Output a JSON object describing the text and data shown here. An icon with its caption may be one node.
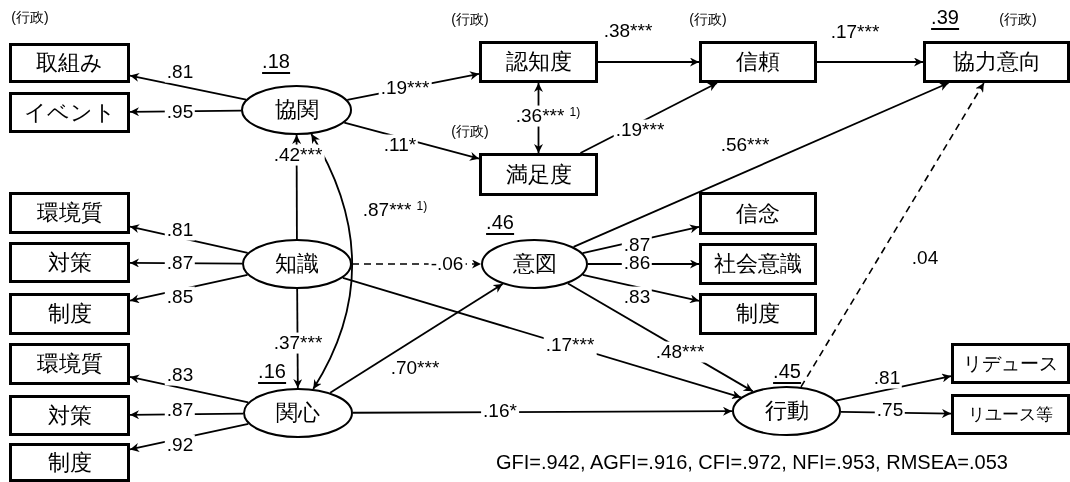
{
  "diagram": {
    "nodes": [
      {
        "text": [
          "取組み"
        ]
      },
      {
        "text": [
          "イベント"
        ]
      },
      {
        "text": [
          "協関"
        ],
        "beside": [
          ".18"
        ]
      },
      {
        "text": [
          "環境質"
        ]
      },
      {
        "text": [
          "対策"
        ]
      },
      {
        "text": [
          "制度"
        ]
      },
      {
        "text": [
          "環境質"
        ]
      },
      {
        "text": [
          "対策"
        ]
      },
      {
        "text": [
          "制度"
        ]
      },
      {
        "text": [
          "知識"
        ]
      },
      {
        "text": [
          "関心"
        ],
        "beside": [
          ".16"
        ]
      },
      {
        "text": [
          "認知度"
        ],
        "beside": [
          "(行政)"
        ]
      },
      {
        "text": [
          "満足度"
        ],
        "beside": [
          "(行政)"
        ]
      },
      {
        "text": [
          "信頼"
        ],
        "beside": [
          "(行政)"
        ]
      },
      {
        "text": [
          "協力意向"
        ],
        "beside": [
          ".39",
          "(行政)"
        ]
      },
      {
        "text": [
          "意図"
        ],
        "beside": [
          ".46"
        ]
      },
      {
        "text": [
          "信念"
        ]
      },
      {
        "text": [
          "社会意識"
        ]
      },
      {
        "text": [
          "制度"
        ]
      },
      {
        "text": [
          "行動"
        ],
        "beside": [
          ".45"
        ]
      },
      {
        "text": [
          "リデュース"
        ]
      },
      {
        "text": [
          "リユース等"
        ]
      }
    ],
    "edges": [
      {
        "from": 2,
        "to": 0,
        "arrow": "to",
        "label": ".81"
      },
      {
        "from": 2,
        "to": 1,
        "arrow": "to",
        "label": ".95"
      },
      {
        "from": 9,
        "to": 3,
        "arrow": "to",
        "label": ".81"
      },
      {
        "from": 9,
        "to": 4,
        "arrow": "to",
        "label": ".87"
      },
      {
        "from": 9,
        "to": 5,
        "arrow": "to",
        "label": ".85"
      },
      {
        "from": 10,
        "to": 6,
        "arrow": "to",
        "label": ".83"
      },
      {
        "from": 10,
        "to": 7,
        "arrow": "to",
        "label": ".87"
      },
      {
        "from": 10,
        "to": 8,
        "arrow": "to",
        "label": ".92"
      },
      {
        "from": 15,
        "to": 16,
        "arrow": "to",
        "label": ".87"
      },
      {
        "from": 15,
        "to": 17,
        "arrow": "to",
        "label": ".86"
      },
      {
        "from": 15,
        "to": 18,
        "arrow": "to",
        "label": ".83"
      },
      {
        "from": 19,
        "to": 20,
        "arrow": "to",
        "label": ".81"
      },
      {
        "from": 19,
        "to": 21,
        "arrow": "to",
        "label": ".75"
      },
      {
        "from": 2,
        "to": 11,
        "arrow": "to",
        "label": ".19***"
      },
      {
        "from": 2,
        "to": 12,
        "arrow": "to",
        "label": ".11*"
      },
      {
        "from": 11,
        "to": 13,
        "arrow": "to",
        "label": ".38***"
      },
      {
        "from": 12,
        "to": 13,
        "arrow": "to",
        "label": ".19***"
      },
      {
        "from": 13,
        "to": 14,
        "arrow": "to",
        "label": ".17***"
      },
      {
        "from": 15,
        "to": 14,
        "arrow": "to",
        "label": ".56***"
      },
      {
        "from": 19,
        "to": 14,
        "arrow": "to",
        "label": ".04",
        "style": "dashed"
      },
      {
        "from": 11,
        "to": 12,
        "arrow": "both",
        "label": ".36*** $^{1)}$"
      },
      {
        "from": 9,
        "to": 2,
        "arrow": "to",
        "label": ".42***"
      },
      {
        "from": 9,
        "to": 10,
        "arrow": "to",
        "label": ".37***"
      },
      {
        "from": 10,
        "to": 2,
        "arrow": "both",
        "label": ".87*** $^{1)}$"
      },
      {
        "from": 9,
        "to": 15,
        "arrow": "to",
        "label": "-.06",
        "style": "dashed"
      },
      {
        "from": 10,
        "to": 15,
        "arrow": "to",
        "label": ".70***"
      },
      {
        "from": 9,
        "to": 19,
        "arrow": "to",
        "label": ".17***"
      },
      {
        "from": 15,
        "to": 19,
        "arrow": "to",
        "label": ".48***"
      },
      {
        "from": 10,
        "to": 19,
        "arrow": "to",
        "label": ".16*"
      }
    ],
    "labels": [
      "(行政)",
      "GFI=.942, AGFI=.916, CFI=.972, NFI=.953, RMSEA=.053"
    ]
  }
}
